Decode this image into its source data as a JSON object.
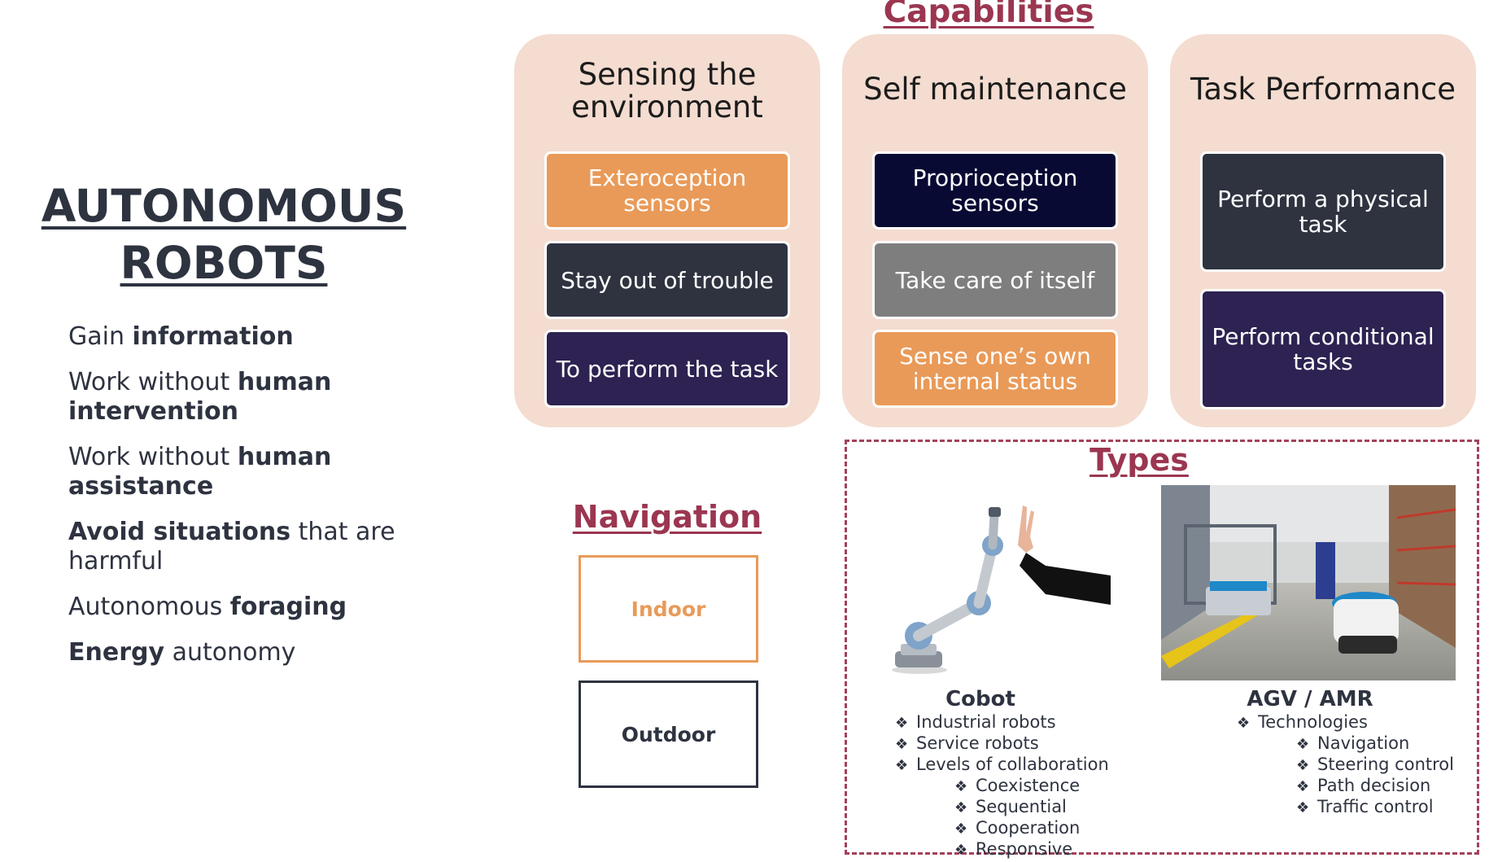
{
  "title": {
    "line1": "AUTONOMOUS",
    "line2": "ROBOTS"
  },
  "features": [
    {
      "pre": "Gain ",
      "bold": "information",
      "post": ""
    },
    {
      "pre": "Work without ",
      "bold": "human intervention",
      "post": ""
    },
    {
      "pre": "Work without ",
      "bold": "human assistance",
      "post": ""
    },
    {
      "pre": "",
      "bold": "Avoid situations",
      "post": " that are harmful"
    },
    {
      "pre": "Autonomous ",
      "bold": "foraging",
      "post": ""
    },
    {
      "pre": "",
      "bold": "Energy",
      "post": " autonomy"
    }
  ],
  "capabilities": {
    "heading": "Capabilities",
    "columns": [
      {
        "title": "Sensing the environment",
        "boxes": [
          "Exteroception sensors",
          "Stay out of trouble",
          "To perform the task"
        ]
      },
      {
        "title": "Self maintenance",
        "boxes": [
          "Proprioception sensors",
          "Take care of itself",
          "Sense one’s own internal status"
        ]
      },
      {
        "title": "Task Performance",
        "boxes": [
          "Perform a physical task",
          "Perform conditional tasks"
        ]
      }
    ]
  },
  "navigation": {
    "heading": "Navigation",
    "indoor": "Indoor",
    "outdoor": "Outdoor"
  },
  "types": {
    "heading": "Types",
    "cobot": {
      "name": "Cobot",
      "items": [
        "Industrial robots",
        "Service robots",
        "Levels of collaboration"
      ],
      "subitems": [
        "Coexistence",
        "Sequential",
        "Cooperation",
        "Responsive"
      ]
    },
    "agv": {
      "name": "AGV / AMR",
      "items": [
        "Technologies"
      ],
      "subitems": [
        "Navigation",
        "Steering control",
        "Path decision",
        "Traffic control"
      ]
    }
  },
  "colors": {
    "accent": "#9b3650",
    "orange": "#e99a58",
    "dark": "#2f3340",
    "purple": "#2d2251",
    "navy": "#080a33",
    "gray": "#7e7e7e",
    "panel": "#f4dcd0"
  }
}
